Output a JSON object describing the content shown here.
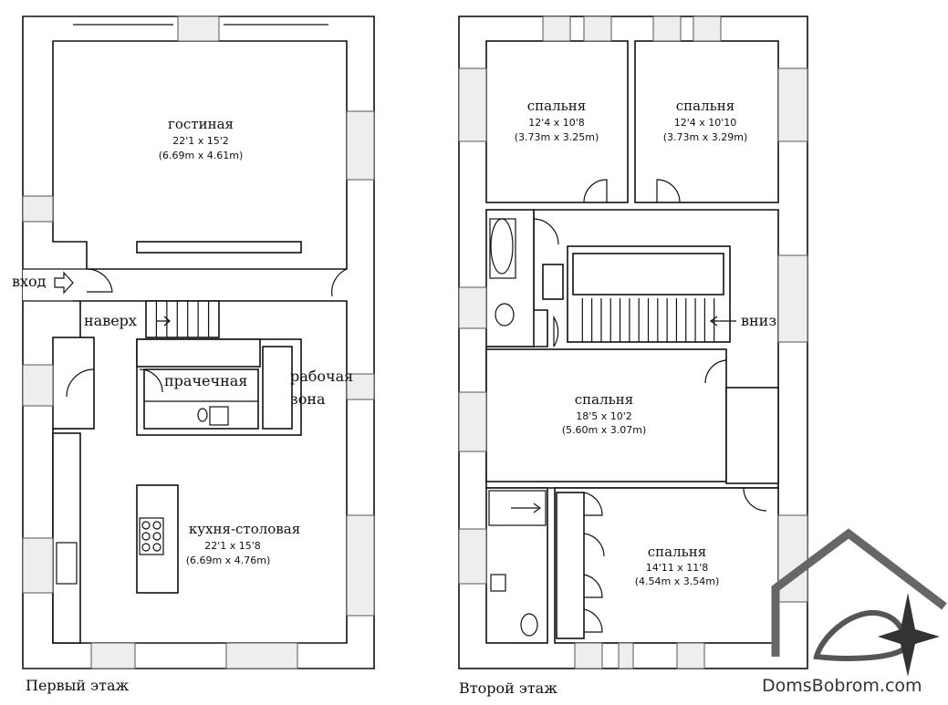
{
  "floors": [
    {
      "caption": "Первый этаж",
      "rooms": [
        {
          "name": "гостиная",
          "size_ft": "22'1 x 15'2",
          "size_m": "(6.69m x 4.61m)"
        },
        {
          "name": "кухня-столовая",
          "size_ft": "22'1 x 15'8",
          "size_m": "(6.69m x 4.76m)"
        }
      ],
      "labels": {
        "entrance": "вход",
        "up": "наверх",
        "laundry": "прачечная",
        "work1": "рабочая",
        "work2": "зона"
      }
    },
    {
      "caption": "Второй этаж",
      "rooms": [
        {
          "name": "спальня",
          "size_ft": "12'4 x 10'8",
          "size_m": "(3.73m x 3.25m)"
        },
        {
          "name": "спальня",
          "size_ft": "12'4 x 10'10",
          "size_m": "(3.73m x 3.29m)"
        },
        {
          "name": "спальня",
          "size_ft": "18'5 x 10'2",
          "size_m": "(5.60m x 3.07m)"
        },
        {
          "name": "спальня",
          "size_ft": "14'11 x 11'8",
          "size_m": "(4.54m x 3.54m)"
        }
      ],
      "labels": {
        "down": "вниз"
      }
    }
  ],
  "logo": {
    "text": "DomsBobrom.com"
  }
}
